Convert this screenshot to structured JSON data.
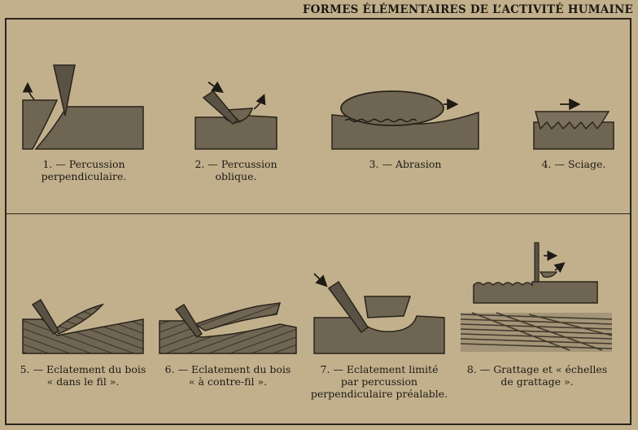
{
  "header": {
    "title": "FORMES ÉLÉMENTAIRES DE L’ACTIVITÉ HUMAINE"
  },
  "colors": {
    "background": "#c2b08d",
    "ink": "#2a241a",
    "fill": "#6f6553"
  },
  "figures": [
    {
      "caption_lines": [
        "1. — Percussion",
        "perpendiculaire."
      ]
    },
    {
      "caption_lines": [
        "2. — Percussion",
        "oblique."
      ]
    },
    {
      "caption_lines": [
        "3. — Abrasion"
      ]
    },
    {
      "caption_lines": [
        "4. — Sciage."
      ]
    },
    {
      "caption_lines": [
        "5. — Eclatement du bois",
        "« dans le fil »."
      ]
    },
    {
      "caption_lines": [
        "6. — Eclatement du bois",
        "« à contre-fil »."
      ]
    },
    {
      "caption_lines": [
        "7. — Eclatement limité",
        "par percussion",
        "perpendiculaire préalable."
      ]
    },
    {
      "caption_lines": [
        "8. — Grattage et « échelles",
        "de grattage »."
      ]
    }
  ]
}
